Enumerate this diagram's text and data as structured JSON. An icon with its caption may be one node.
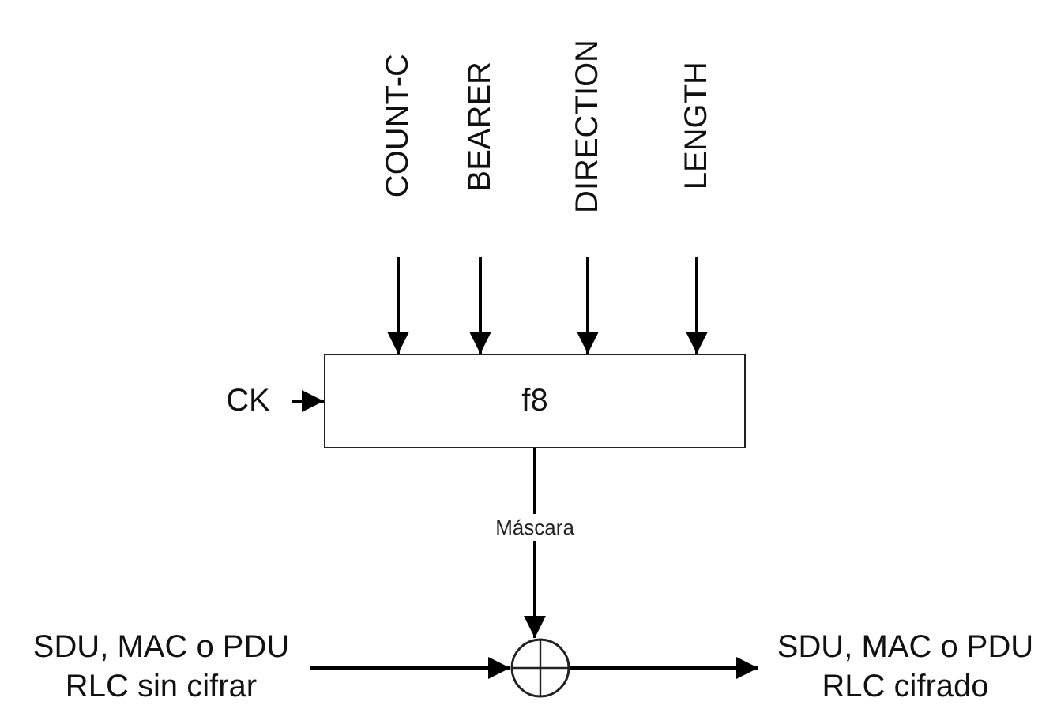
{
  "diagram": {
    "nodes": [
      {
        "text": [
          "COUNT-C"
        ]
      },
      {
        "text": [
          "BEARER"
        ]
      },
      {
        "text": [
          "DIRECTION"
        ]
      },
      {
        "text": [
          "LENGTH"
        ]
      },
      {
        "text": [
          "CK"
        ]
      },
      {
        "text": [
          "f8"
        ]
      },
      {
        "text": [
          "SDU, MAC o PDU RLC sin cifrar"
        ]
      },
      {
        "text": [],
        "shape": "circle"
      },
      {
        "text": [
          "SDU, MAC o PDU RLC cifrado"
        ]
      }
    ],
    "edges": [
      {
        "from": 0,
        "to": 5,
        "arrow": "to"
      },
      {
        "from": 1,
        "to": 5,
        "arrow": "to"
      },
      {
        "from": 2,
        "to": 5,
        "arrow": "to"
      },
      {
        "from": 3,
        "to": 5,
        "arrow": "to"
      },
      {
        "from": 4,
        "to": 5,
        "arrow": "to"
      },
      {
        "from": 5,
        "to": 7,
        "arrow": "to",
        "label": "Máscara"
      },
      {
        "from": 6,
        "to": 7,
        "arrow": "to"
      },
      {
        "from": 7,
        "to": 8,
        "arrow": "to"
      }
    ]
  }
}
